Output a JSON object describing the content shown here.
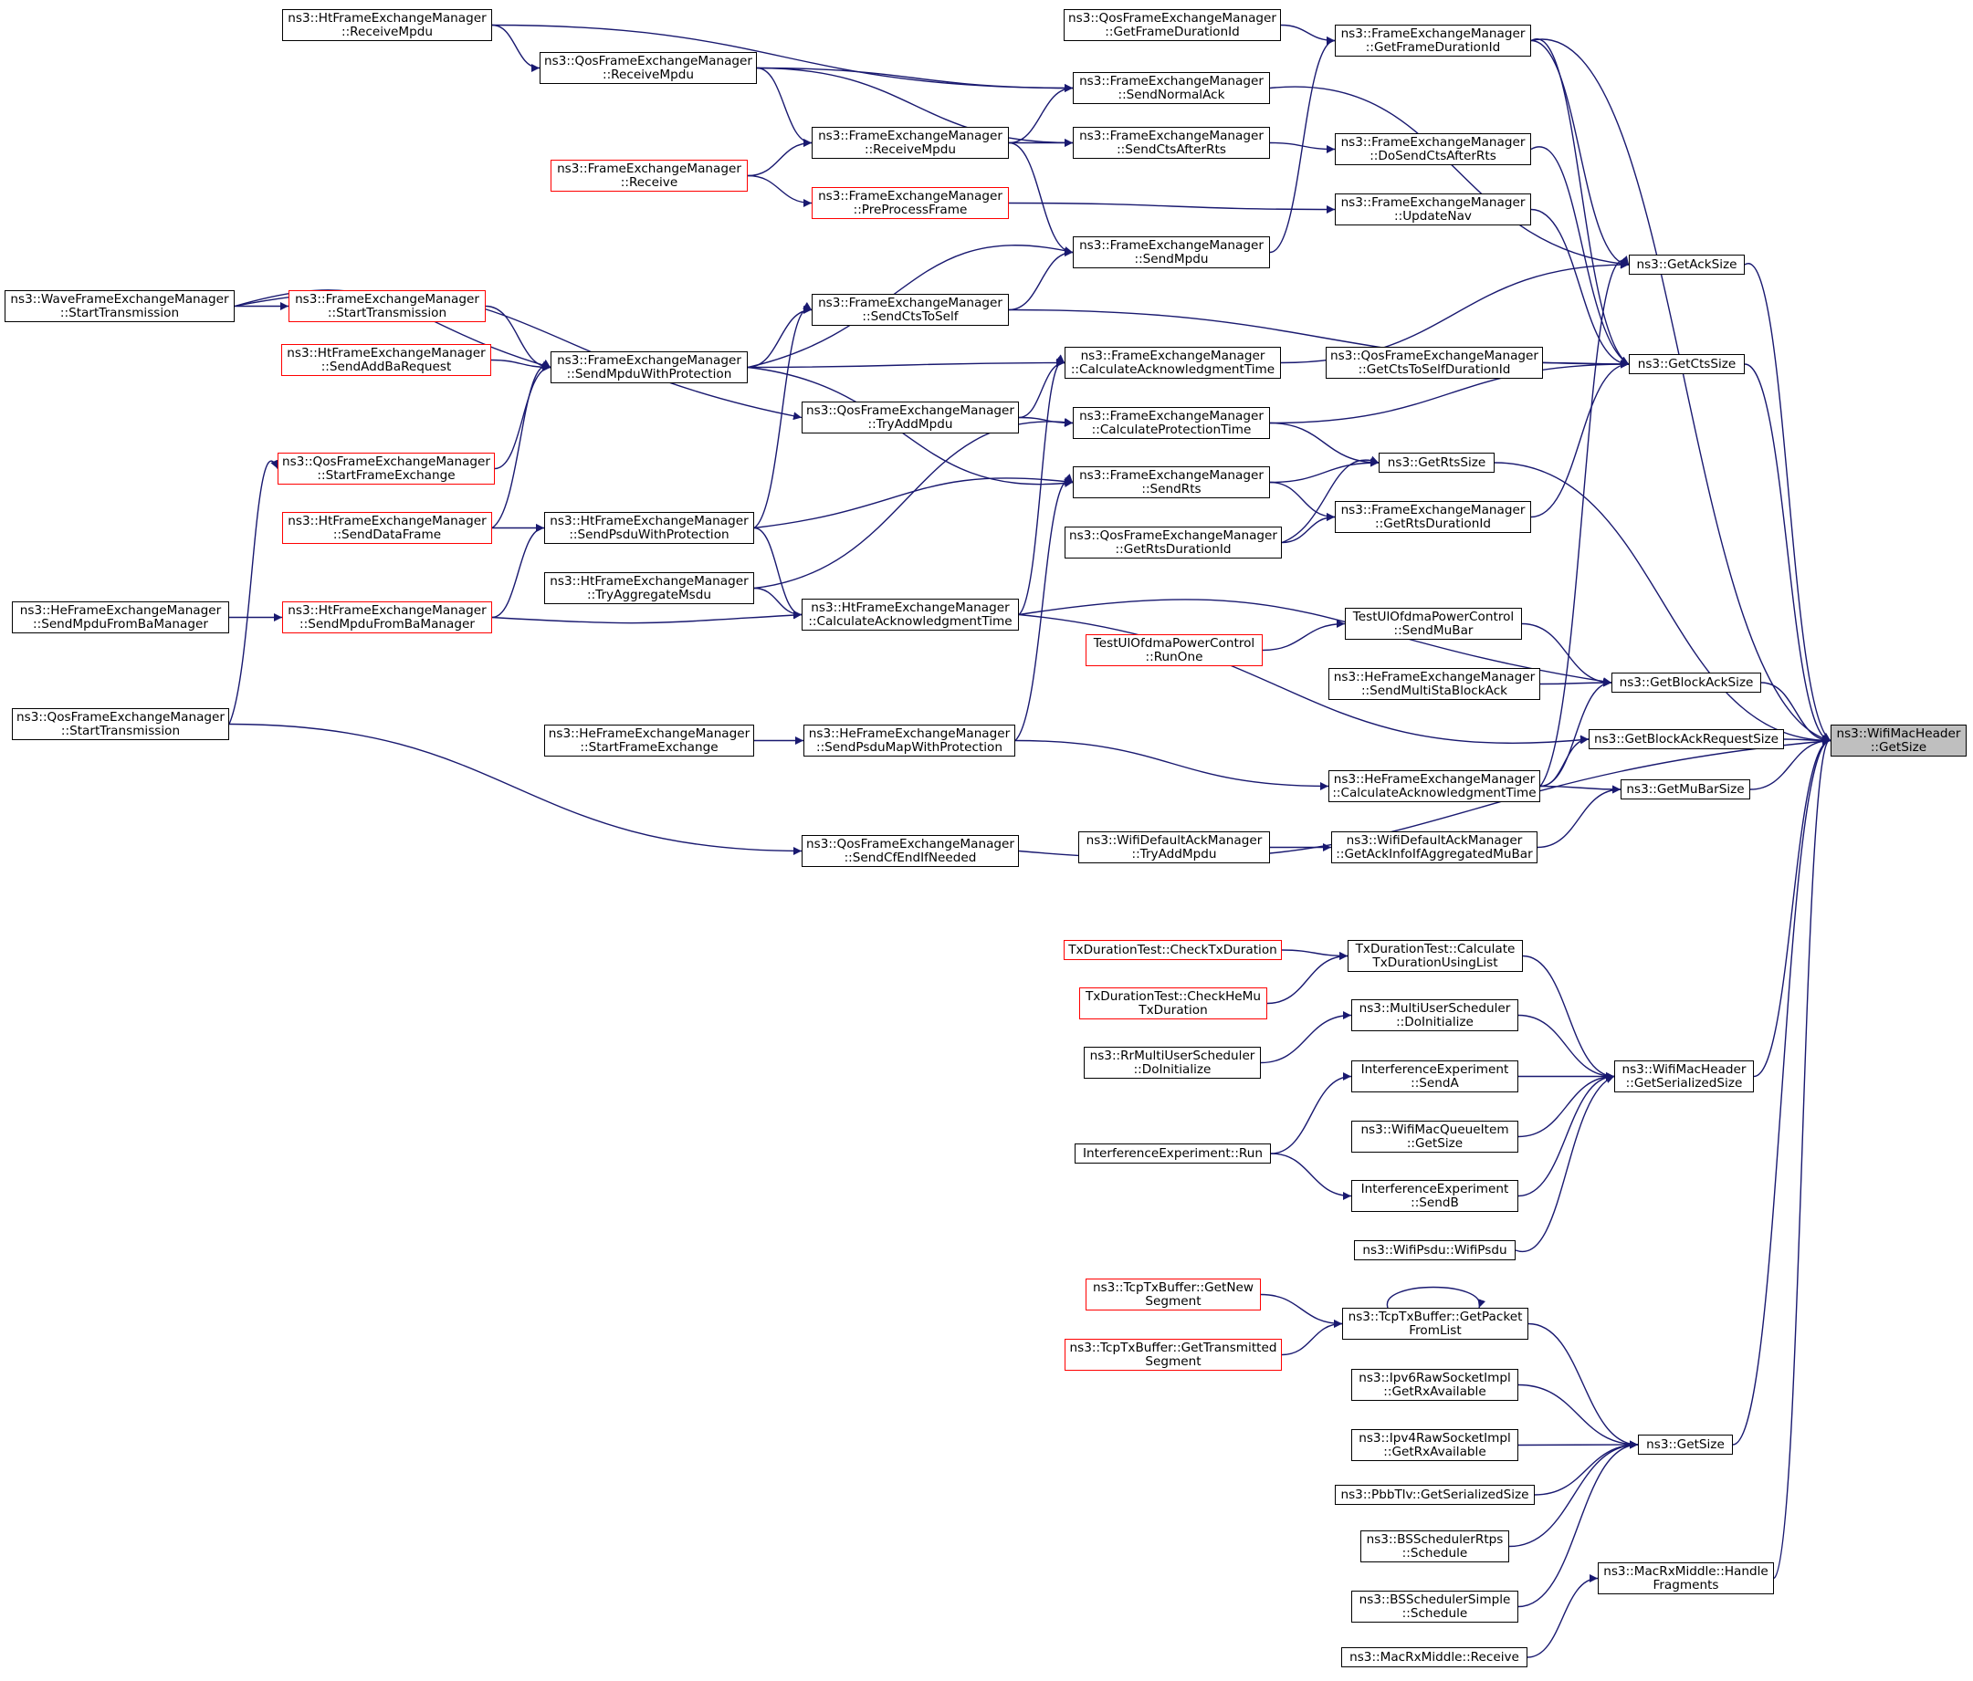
{
  "colors": {
    "edge": "#191970",
    "border_normal": "#000000",
    "border_truncated": "#ff0000",
    "focus_fill": "#bfbfbf"
  },
  "nodes": {
    "ht_receivempdu": [
      "ns3::HtFrameExchangeManager",
      "::ReceiveMpdu"
    ],
    "qos_getframedurationid": [
      "ns3::QosFrameExchangeManager",
      "::GetFrameDurationId"
    ],
    "fem_getframedurationid": [
      "ns3::FrameExchangeManager",
      "::GetFrameDurationId"
    ],
    "qos_receivempdu": [
      "ns3::QosFrameExchangeManager",
      "::ReceiveMpdu"
    ],
    "fem_sendnormalack": [
      "ns3::FrameExchangeManager",
      "::SendNormalAck"
    ],
    "fem_receivempdu": [
      "ns3::FrameExchangeManager",
      "::ReceiveMpdu"
    ],
    "fem_sendctsafterrts": [
      "ns3::FrameExchangeManager",
      "::SendCtsAfterRts"
    ],
    "fem_dosendctsafterrts": [
      "ns3::FrameExchangeManager",
      "::DoSendCtsAfterRts"
    ],
    "fem_receive": [
      "ns3::FrameExchangeManager",
      "::Receive"
    ],
    "fem_preprocessframe": [
      "ns3::FrameExchangeManager",
      "::PreProcessFrame"
    ],
    "fem_updatenav": [
      "ns3::FrameExchangeManager",
      "::UpdateNav"
    ],
    "fem_sendmpdu": [
      "ns3::FrameExchangeManager",
      "::SendMpdu"
    ],
    "getacksize": [
      "ns3::GetAckSize"
    ],
    "wave_starttransmission": [
      "ns3::WaveFrameExchangeManager",
      "::StartTransmission"
    ],
    "fem_starttransmission": [
      "ns3::FrameExchangeManager",
      "::StartTransmission"
    ],
    "fem_sendctstoself": [
      "ns3::FrameExchangeManager",
      "::SendCtsToSelf"
    ],
    "ht_sendaddbarequest": [
      "ns3::HtFrameExchangeManager",
      "::SendAddBaRequest"
    ],
    "fem_sendmpduwithprotection": [
      "ns3::FrameExchangeManager",
      "::SendMpduWithProtection"
    ],
    "fem_calcackt": [
      "ns3::FrameExchangeManager",
      "::CalculateAcknowledgmentTime"
    ],
    "qos_getctstoselfdurationid": [
      "ns3::QosFrameExchangeManager",
      "::GetCtsToSelfDurationId"
    ],
    "getctssize": [
      "ns3::GetCtsSize"
    ],
    "qos_tryaddmpdu": [
      "ns3::QosFrameExchangeManager",
      "::TryAddMpdu"
    ],
    "fem_calcprott": [
      "ns3::FrameExchangeManager",
      "::CalculateProtectionTime"
    ],
    "qos_startframeexchange": [
      "ns3::QosFrameExchangeManager",
      "::StartFrameExchange"
    ],
    "getrtssize": [
      "ns3::GetRtsSize"
    ],
    "fem_sendrts": [
      "ns3::FrameExchangeManager",
      "::SendRts"
    ],
    "fem_getrtsdurationid": [
      "ns3::FrameExchangeManager",
      "::GetRtsDurationId"
    ],
    "ht_senddataframe": [
      "ns3::HtFrameExchangeManager",
      "::SendDataFrame"
    ],
    "ht_sendpsduwithprotection": [
      "ns3::HtFrameExchangeManager",
      "::SendPsduWithProtection"
    ],
    "qos_getrtsdurationid": [
      "ns3::QosFrameExchangeManager",
      "::GetRtsDurationId"
    ],
    "ht_tryaggregatemsdu": [
      "ns3::HtFrameExchangeManager",
      "::TryAggregateMsdu"
    ],
    "ht_calcackt": [
      "ns3::HtFrameExchangeManager",
      "::CalculateAcknowledgmentTime"
    ],
    "he_sendmpdufrombamanager": [
      "ns3::HeFrameExchangeManager",
      "::SendMpduFromBaManager"
    ],
    "ht_sendmpdufrombamanager": [
      "ns3::HtFrameExchangeManager",
      "::SendMpduFromBaManager"
    ],
    "test_sendmubar": [
      "TestUlOfdmaPowerControl",
      "::SendMuBar"
    ],
    "test_runone": [
      "TestUlOfdmaPowerControl",
      "::RunOne"
    ],
    "he_sendmultistablockack": [
      "ns3::HeFrameExchangeManager",
      "::SendMultiStaBlockAck"
    ],
    "getblockacksize": [
      "ns3::GetBlockAckSize"
    ],
    "wifimacheader_getsize": [
      "ns3::WifiMacHeader",
      "::GetSize"
    ],
    "qos_starttransmission": [
      "ns3::QosFrameExchangeManager",
      "::StartTransmission"
    ],
    "he_startframeexchange": [
      "ns3::HeFrameExchangeManager",
      "::StartFrameExchange"
    ],
    "he_sendpsdumapwithprotection": [
      "ns3::HeFrameExchangeManager",
      "::SendPsduMapWithProtection"
    ],
    "getblockackrequestsize": [
      "ns3::GetBlockAckRequestSize"
    ],
    "he_calcackt": [
      "ns3::HeFrameExchangeManager",
      "::CalculateAcknowledgmentTime"
    ],
    "getmubarsize": [
      "ns3::GetMuBarSize"
    ],
    "wdam_tryaddmpdu": [
      "ns3::WifiDefaultAckManager",
      "::TryAddMpdu"
    ],
    "wdam_getackinfo": [
      "ns3::WifiDefaultAckManager",
      "::GetAckInfoIfAggregatedMuBar"
    ],
    "qos_sendcfendifneeded": [
      "ns3::QosFrameExchangeManager",
      "::SendCfEndIfNeeded"
    ],
    "txd_checktxduration": [
      "TxDurationTest::CheckTxDuration"
    ],
    "txd_calculate": [
      "TxDurationTest::Calculate",
      "TxDurationUsingList"
    ],
    "txd_checkhemu": [
      "TxDurationTest::CheckHeMu",
      "TxDuration"
    ],
    "mus_doinitialize": [
      "ns3::MultiUserScheduler",
      "::DoInitialize"
    ],
    "rrmus_doinitialize": [
      "ns3::RrMultiUserScheduler",
      "::DoInitialize"
    ],
    "ie_senda": [
      "InterferenceExperiment",
      "::SendA"
    ],
    "wifimacheader_getserializedsize": [
      "ns3::WifiMacHeader",
      "::GetSerializedSize"
    ],
    "ie_run": [
      "InterferenceExperiment::Run"
    ],
    "wmqi_getsize": [
      "ns3::WifiMacQueueItem",
      "::GetSize"
    ],
    "ie_sendb": [
      "InterferenceExperiment",
      "::SendB"
    ],
    "wifipsdu": [
      "ns3::WifiPsdu::WifiPsdu"
    ],
    "tcp_getnewsegment": [
      "ns3::TcpTxBuffer::GetNew",
      "Segment"
    ],
    "tcp_getpacketfromlist": [
      "ns3::TcpTxBuffer::GetPacket",
      "FromList"
    ],
    "tcp_gettransmittedsegment": [
      "ns3::TcpTxBuffer::GetTransmitted",
      "Segment"
    ],
    "ipv6raw_getrxavailable": [
      "ns3::Ipv6RawSocketImpl",
      "::GetRxAvailable"
    ],
    "ipv4raw_getrxavailable": [
      "ns3::Ipv4RawSocketImpl",
      "::GetRxAvailable"
    ],
    "getsize": [
      "ns3::GetSize"
    ],
    "pbbtlv_getserializedsize": [
      "ns3::PbbTlv::GetSerializedSize"
    ],
    "bsrtps_schedule": [
      "ns3::BSSchedulerRtps",
      "::Schedule"
    ],
    "macrx_handlefragments": [
      "ns3::MacRxMiddle::Handle",
      "Fragments"
    ],
    "bssimple_schedule": [
      "ns3::BSSchedulerSimple",
      "::Schedule"
    ],
    "macrx_receive": [
      "ns3::MacRxMiddle::Receive"
    ]
  }
}
